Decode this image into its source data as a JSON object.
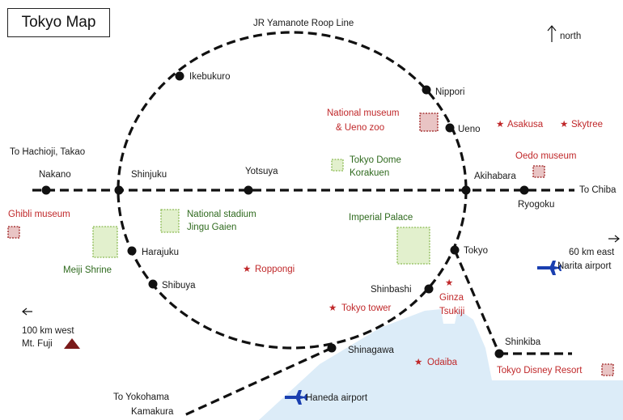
{
  "title": "Tokyo Map",
  "loop_line": "JR Yamanote Roop Line",
  "north": "north",
  "stations": {
    "ikebukuro": "Ikebukuro",
    "nippori": "Nippori",
    "ueno": "Ueno",
    "nakano": "Nakano",
    "shinjuku": "Shinjuku",
    "yotsuya": "Yotsuya",
    "akihabara": "Akihabara",
    "ryogoku": "Ryogoku",
    "harajuku": "Harajuku",
    "shibuya": "Shibuya",
    "tokyo": "Tokyo",
    "shinbashi": "Shinbashi",
    "shinagawa": "Shinagawa",
    "shinkiba": "Shinkiba"
  },
  "directions": {
    "hachioji": "To Hachioji, Takao",
    "chiba": "To Chiba",
    "yokohama_1": "To  Yokohama",
    "yokohama_2": "Kamakura",
    "fuji_1": "100 km west",
    "fuji_2": "Mt. Fuji",
    "narita_1": "60 km east",
    "narita_2": "Narita airport"
  },
  "places": {
    "museum_1": "National museum",
    "museum_2": "& Ueno zoo",
    "asakusa": "Asakusa",
    "skytree": "Skytree",
    "oedo": "Oedo museum",
    "ghibli": "Ghibli museum",
    "dome_1": "Tokyo Dome",
    "dome_2": "Korakuen",
    "stadium_1": "National stadium",
    "stadium_2": "Jingu Gaien",
    "imperial": "Imperial Palace",
    "meiji": "Meiji Shrine",
    "roppongi": "Roppongi",
    "ginza": "Ginza",
    "tsukiji": "Tsukiji",
    "tokyotower": "Tokyo tower",
    "odaiba": "Odaiba",
    "disney": "Tokyo Disney Resort",
    "haneda": "Haneda airport"
  },
  "colors": {
    "attraction_red": "#c0282a",
    "park_green": "#2f6a1e",
    "sea": "#dcecf8",
    "airport_blue": "#1a3fb0"
  }
}
